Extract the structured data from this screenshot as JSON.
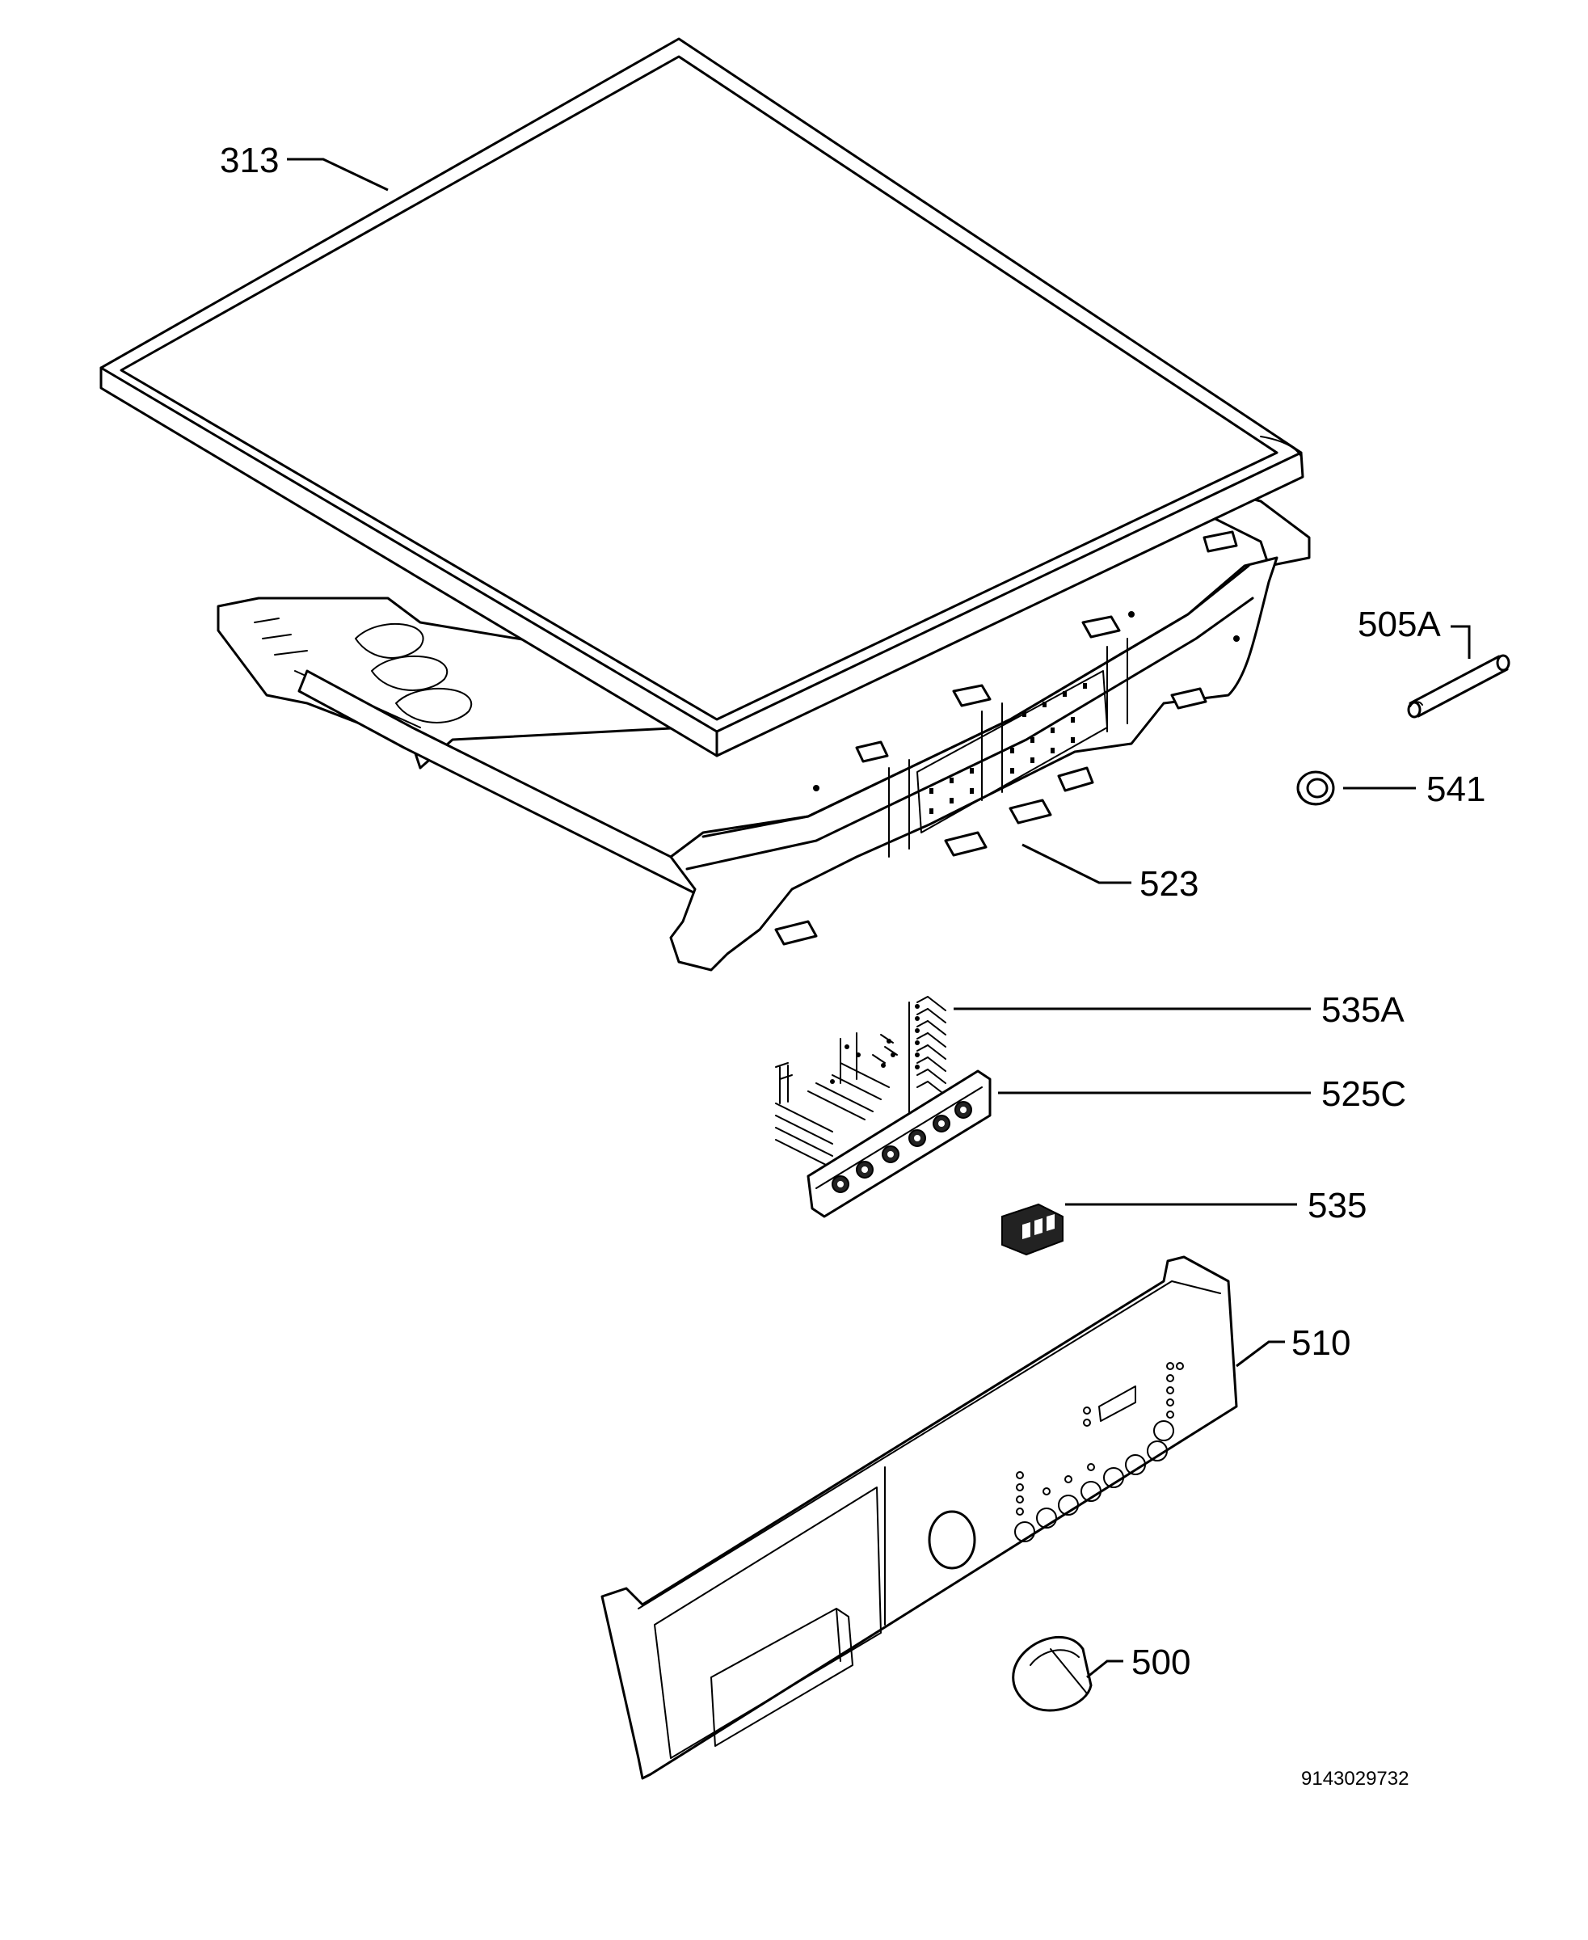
{
  "diagram": {
    "labels": {
      "p313": "313",
      "p505A": "505A",
      "p541": "541",
      "p523": "523",
      "p535A": "535A",
      "p525C": "525C",
      "p535": "535",
      "p510": "510",
      "p500": "500"
    },
    "document_number": "9143029732",
    "parts": [
      {
        "id": "313",
        "name": "worktop",
        "icon": "worktop-panel"
      },
      {
        "id": "523",
        "name": "control panel support",
        "icon": "panel-support-frame"
      },
      {
        "id": "505A",
        "name": "shaft",
        "icon": "rod"
      },
      {
        "id": "541",
        "name": "ring",
        "icon": "washer"
      },
      {
        "id": "535A",
        "name": "contact set",
        "icon": "pin-connector"
      },
      {
        "id": "525C",
        "name": "electronic board",
        "icon": "circuit-board"
      },
      {
        "id": "535",
        "name": "connector",
        "icon": "terminal-block"
      },
      {
        "id": "510",
        "name": "control panel fascia",
        "icon": "fascia-panel"
      },
      {
        "id": "500",
        "name": "knob",
        "icon": "knob"
      }
    ]
  }
}
